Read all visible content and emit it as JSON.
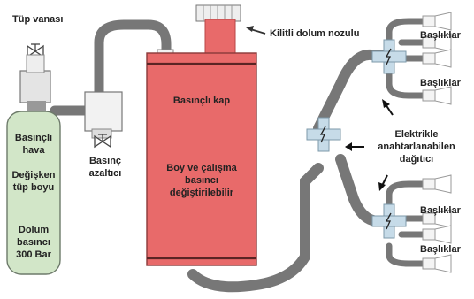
{
  "labels": {
    "valve": "Tüp vanası",
    "cyl1": "Basınçlı",
    "cyl2": "hava",
    "cyl3": "Değişken",
    "cyl4": "tüp boyu",
    "cyl5": "Dolum",
    "cyl6": "basıncı",
    "cyl7": "300 Bar",
    "reg1": "Basınç",
    "reg2": "azaltıcı",
    "nozzle": "Kilitli dolum nozulu",
    "vessel1": "Basınçlı kap",
    "vessel2": "Boy ve çalışma",
    "vessel3": "basıncı",
    "vessel4": "değiştirilebilir",
    "dist1": "Elektrikle",
    "dist2": "anahtarlanabilen",
    "dist3": "dağıtıcı",
    "head1": "Başlıklar",
    "head2": "Başlıklar",
    "head3": "Başlıklar",
    "head4": "Başlıklar"
  },
  "colors": {
    "cylinder": "#d2e6c8",
    "vessel": "#e86a6a",
    "hose": "#777777",
    "distributor": "#c6dbe8",
    "device": "#f2f2f2"
  },
  "icons": [
    "valve-icon",
    "arrow-icon",
    "lightning-icon",
    "nozzle-head-icon"
  ]
}
